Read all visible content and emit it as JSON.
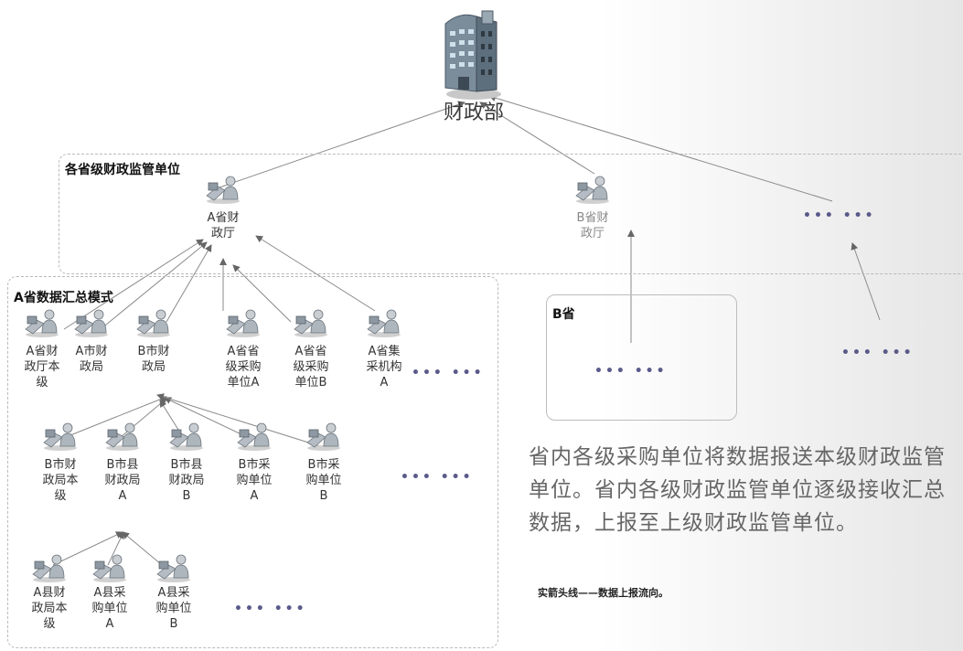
{
  "ministry": "财政部",
  "provincial_box": {
    "title": "各省级财政监管单位"
  },
  "a_province_box": {
    "title": "A省数据汇总模式"
  },
  "b_province_box": {
    "title": "B省"
  },
  "nodes": {
    "a_prov": "A省财\n政厅",
    "b_prov": "B省财\n政厅",
    "l1_1": "A省财\n政厅本\n级",
    "l1_2": "A市财\n政局",
    "l1_3": "B市财\n政局",
    "l1_4": "A省省\n级采购\n单位A",
    "l1_5": "A省省\n级采购\n单位B",
    "l1_6": "A省集\n采机构\nA",
    "l2_1": "B市财\n政局本\n级",
    "l2_2": "B市县\n财政局\nA",
    "l2_3": "B市县\n财政局\nB",
    "l2_4": "B市采\n购单位\nA",
    "l2_5": "B市采\n购单位\nB",
    "l3_1": "A县财\n政局本\n级",
    "l3_2": "A县采\n购单位\nA",
    "l3_3": "A县采\n购单位\nB"
  },
  "ellipsis": "••• •••",
  "description": "省内各级采购单位将数据报送本级财政监管单位。省内各级财政监管单位逐级接收汇总数据，上报至上级财政监管单位。",
  "legend": "实箭头线——数据上报流向。",
  "icons": {
    "ministry": "office-building-icon",
    "unit": "person-at-computer-icon"
  }
}
